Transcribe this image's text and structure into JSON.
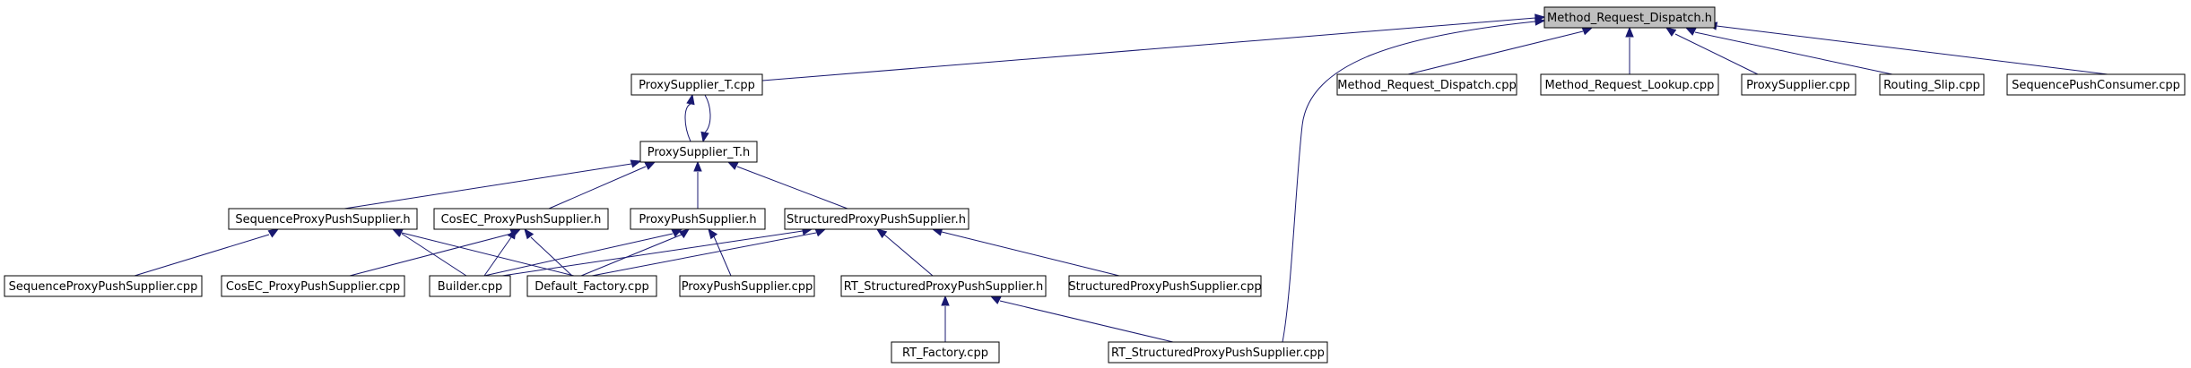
{
  "graph": {
    "edge_color": "#191970",
    "root_fill": "#bfbfbf",
    "nodes": {
      "root": "Method_Request_Dispatch.h",
      "ps_t_cpp": "ProxySupplier_T.cpp",
      "mrd_cpp": "Method_Request_Dispatch.cpp",
      "mrl_cpp": "Method_Request_Lookup.cpp",
      "ps_cpp": "ProxySupplier.cpp",
      "rs_cpp": "Routing_Slip.cpp",
      "spc_cpp": "SequencePushConsumer.cpp",
      "ps_t_h": "ProxySupplier_T.h",
      "seq_h": "SequenceProxyPushSupplier.h",
      "cos_h": "CosEC_ProxyPushSupplier.h",
      "pps_h": "ProxyPushSupplier.h",
      "str_h": "StructuredProxyPushSupplier.h",
      "seq_cpp": "SequenceProxyPushSupplier.cpp",
      "cos_cpp": "CosEC_ProxyPushSupplier.cpp",
      "builder_cpp": "Builder.cpp",
      "df_cpp": "Default_Factory.cpp",
      "pps_cpp": "ProxyPushSupplier.cpp",
      "rt_str_h": "RT_StructuredProxyPushSupplier.h",
      "str_cpp": "StructuredProxyPushSupplier.cpp",
      "rtf_cpp": "RT_Factory.cpp",
      "rt_str_cpp": "RT_StructuredProxyPushSupplier.cpp"
    }
  }
}
